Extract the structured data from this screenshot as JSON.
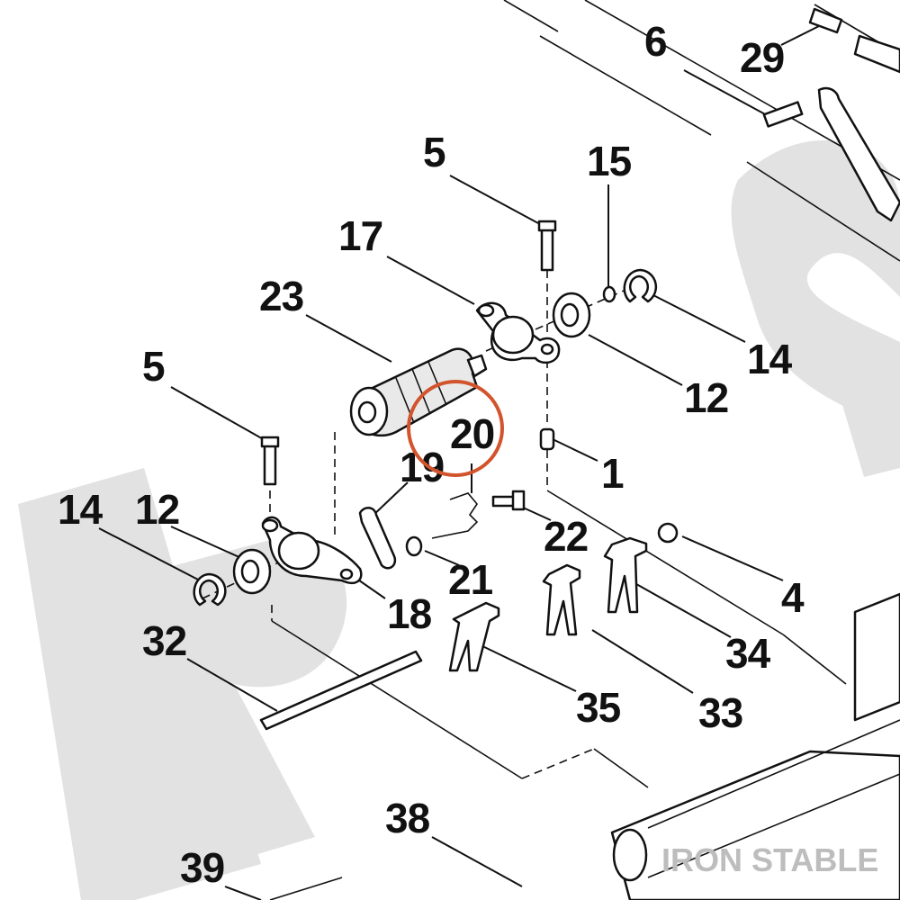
{
  "callouts": {
    "c1": "1",
    "c4": "4",
    "c5a": "5",
    "c5b": "5",
    "c6": "6",
    "c12a": "12",
    "c12b": "12",
    "c14a": "14",
    "c14b": "14",
    "c15": "15",
    "c17": "17",
    "c18": "18",
    "c19": "19",
    "c20": "20",
    "c21": "21",
    "c22": "22",
    "c23": "23",
    "c29": "29",
    "c32": "32",
    "c33": "33",
    "c34": "34",
    "c35": "35",
    "c38": "38",
    "c39": "39"
  },
  "watermark": {
    "text": "IRON STABLE"
  },
  "colors": {
    "highlight": "#d2542c",
    "ink": "#111111",
    "watermark": "#e2e2e2"
  }
}
